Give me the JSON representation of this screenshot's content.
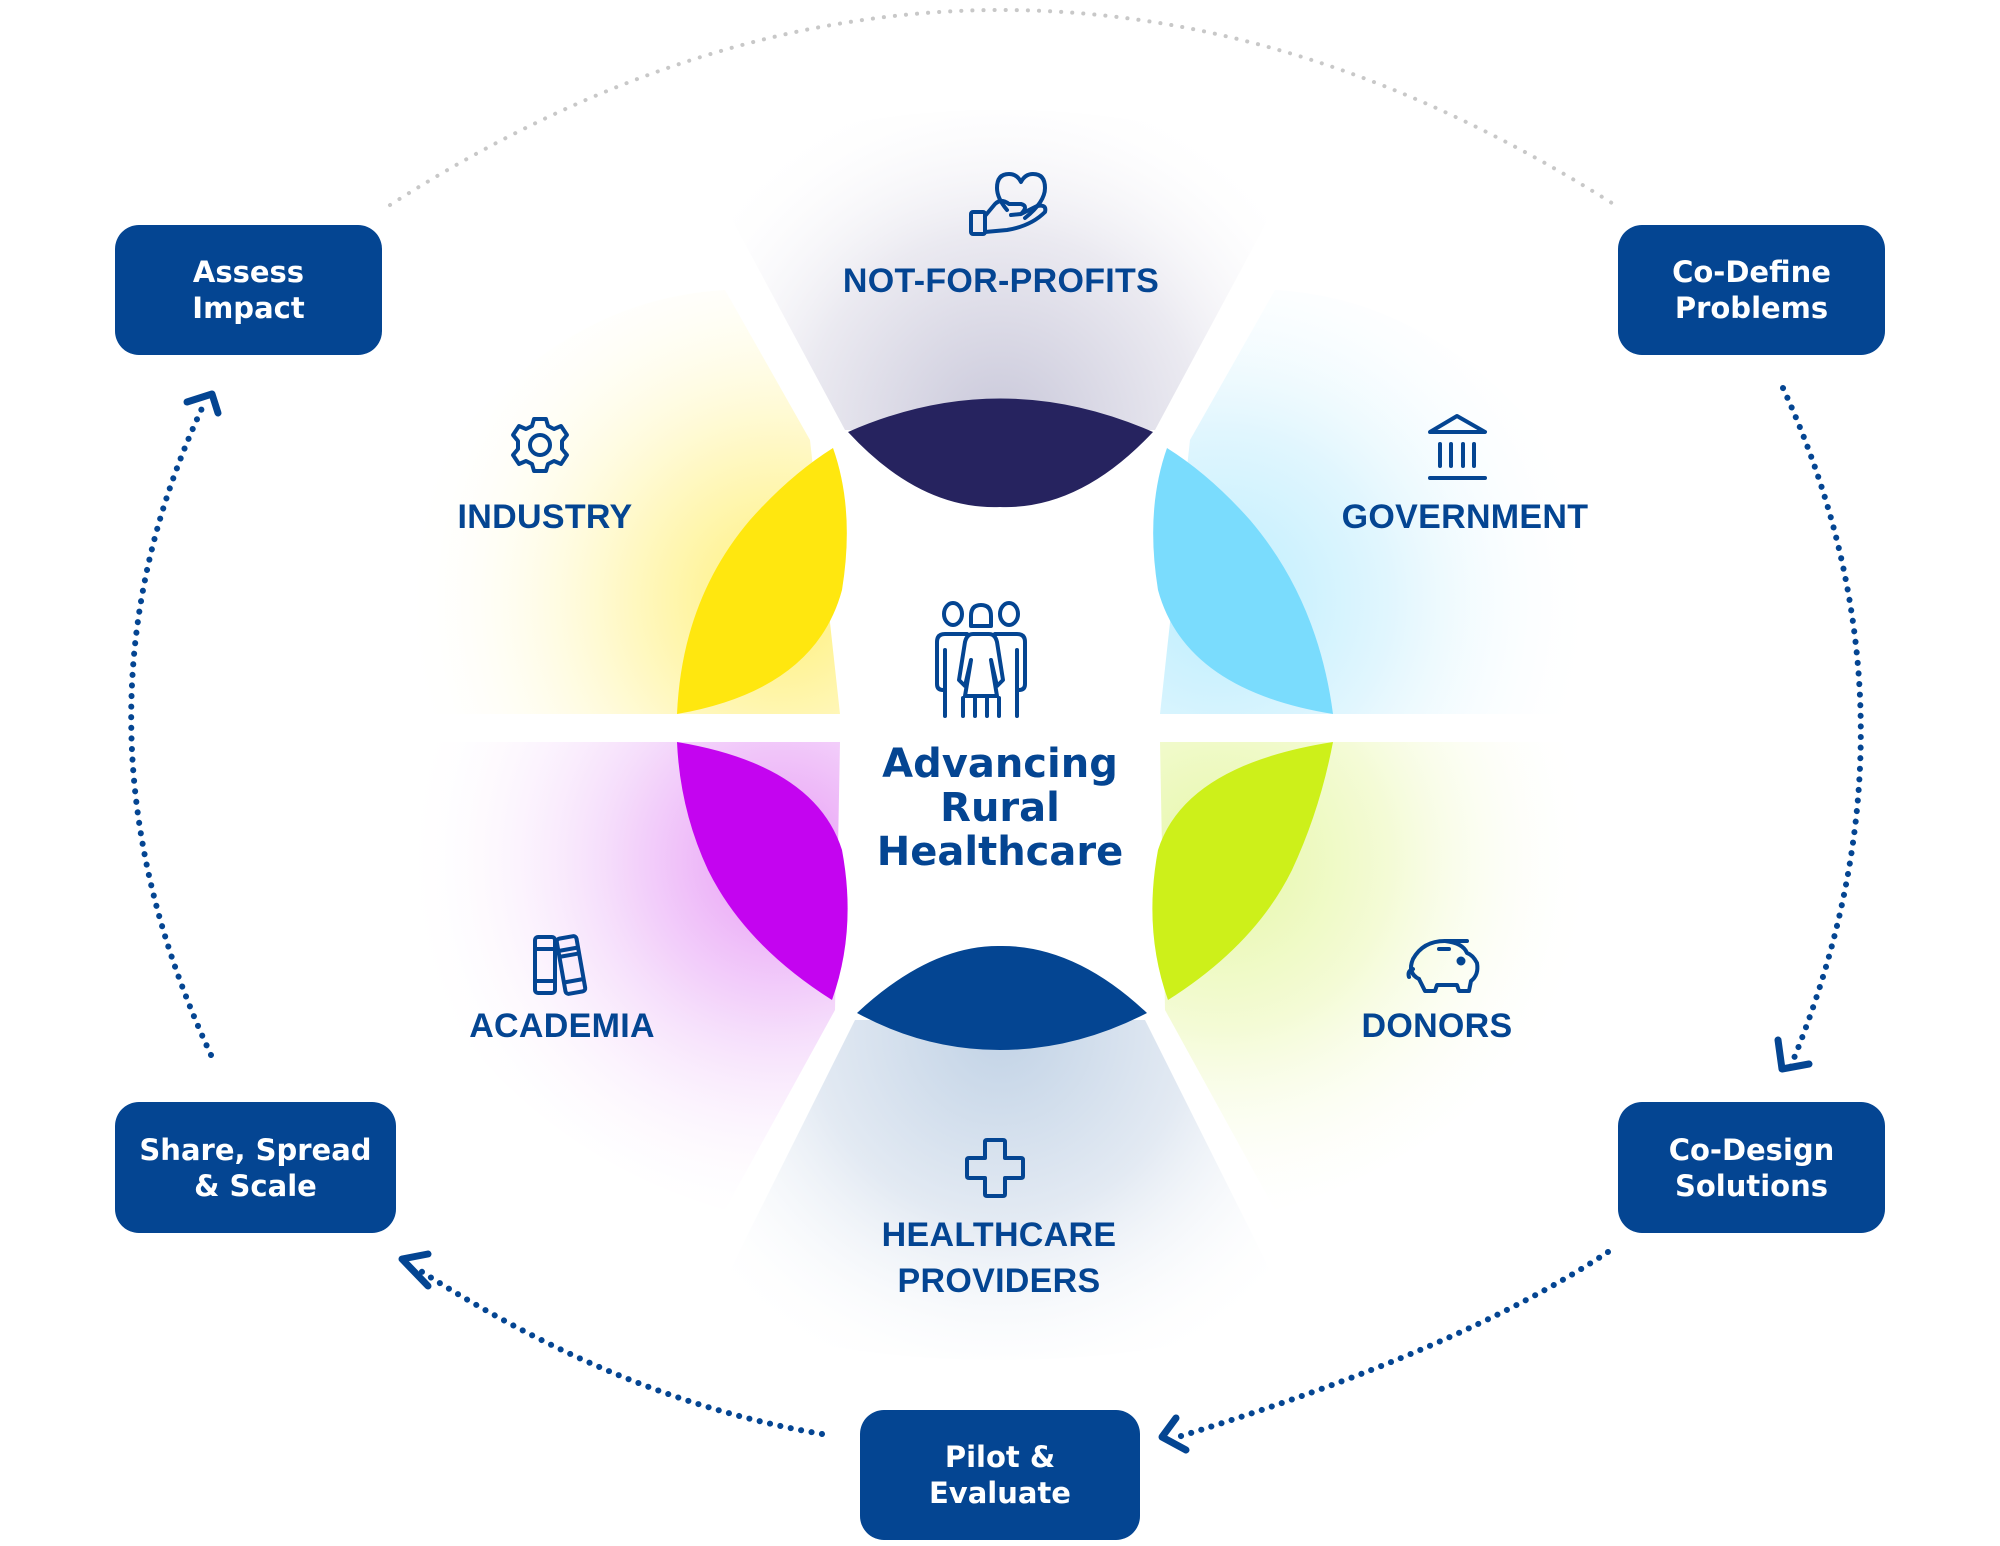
{
  "title": {
    "lines": [
      "Advancing",
      "Rural",
      "Healthcare"
    ],
    "icon": "people-group-icon"
  },
  "stakeholders": [
    {
      "id": "not-for-profits",
      "label_lines": [
        "NOT-FOR-PROFITS"
      ],
      "icon": "hand-heart-icon",
      "color": "#26235f"
    },
    {
      "id": "government",
      "label_lines": [
        "GOVERNMENT"
      ],
      "icon": "government-building-icon",
      "color": "#7adcfd"
    },
    {
      "id": "donors",
      "label_lines": [
        "DONORS"
      ],
      "icon": "piggy-bank-icon",
      "color": "#cdf01a"
    },
    {
      "id": "healthcare-providers",
      "label_lines": [
        "HEALTHCARE",
        "PROVIDERS"
      ],
      "icon": "medical-cross-icon",
      "color": "#044592"
    },
    {
      "id": "academia",
      "label_lines": [
        "ACADEMIA"
      ],
      "icon": "books-icon",
      "color": "#c404f0"
    },
    {
      "id": "industry",
      "label_lines": [
        "INDUSTRY"
      ],
      "icon": "gear-icon",
      "color": "#ffe70f"
    }
  ],
  "cycle_steps": [
    {
      "id": "co-define-problems",
      "lines": [
        "Co-Define",
        "Problems"
      ]
    },
    {
      "id": "co-design-solutions",
      "lines": [
        "Co-Design",
        "Solutions"
      ]
    },
    {
      "id": "pilot-evaluate",
      "lines": [
        "Pilot &",
        "Evaluate"
      ]
    },
    {
      "id": "share-spread-scale",
      "lines": [
        "Share, Spread",
        "& Scale"
      ]
    },
    {
      "id": "assess-impact",
      "lines": [
        "Assess",
        "Impact"
      ]
    }
  ],
  "colors": {
    "brand_blue": "#044592",
    "navy": "#26235f",
    "arc_gray": "#c8c8c8",
    "text_white": "#ffffff"
  }
}
